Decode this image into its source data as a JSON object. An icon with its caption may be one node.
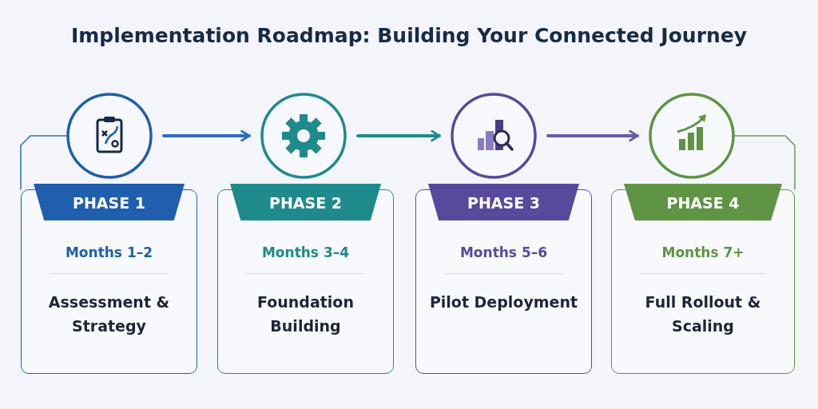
{
  "diagram": {
    "title": "Implementation Roadmap: Building Your Connected Journey",
    "nodes": [
      {
        "text": [],
        "shape": "circle"
      },
      {
        "text": [],
        "shape": "circle"
      },
      {
        "text": [],
        "shape": "circle"
      },
      {
        "text": [],
        "shape": "circle"
      },
      {
        "text": [
          "PHASE 1",
          "Months 1–2",
          "Assessment & Strategy"
        ]
      },
      {
        "text": [
          "PHASE 2",
          "Months 3–4",
          "Foundation Building"
        ]
      },
      {
        "text": [
          "PHASE 3",
          "Months 5–6",
          "Pilot Deployment"
        ]
      },
      {
        "text": [
          "PHASE 4",
          "Months 7+",
          "Full Rollout & Scaling"
        ]
      }
    ],
    "edges": [
      {
        "from": 0,
        "to": 1,
        "arrow": "to",
        "color": "#2f6cbf"
      },
      {
        "from": 1,
        "to": 2,
        "arrow": "to",
        "color": "#1f8a8c"
      },
      {
        "from": 2,
        "to": 3,
        "arrow": "to",
        "color": "#6a5aa8"
      },
      {
        "from": 0,
        "to": 4,
        "arrow": "none",
        "color": "#2f6cbf"
      },
      {
        "from": 3,
        "to": 7,
        "arrow": "none",
        "color": "#6a9a4e"
      }
    ]
  }
}
